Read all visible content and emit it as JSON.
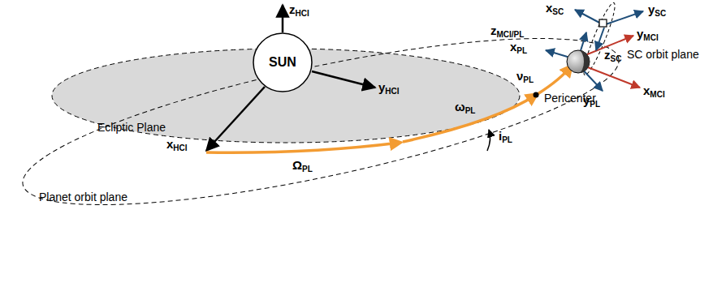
{
  "diagram": {
    "nodes": [
      {
        "text": [
          "SUN"
        ]
      }
    ],
    "labels": [
      "zHCI",
      "yHCI",
      "xHCI",
      "Ecliptic Plane",
      "Planet orbit plane",
      "ΩPL",
      "ωPL",
      "νPL",
      "iPL",
      "Pericenter",
      "xPL",
      "yPL",
      "zMCI/PL",
      "xMCI",
      "yMCI",
      "xSC",
      "ySC",
      "zSC",
      "SC orbit plane"
    ]
  }
}
